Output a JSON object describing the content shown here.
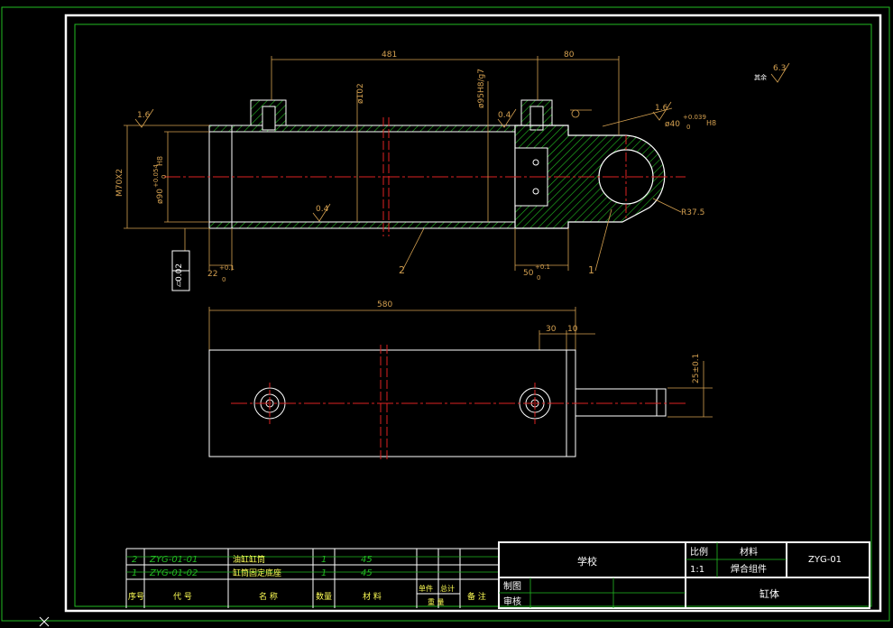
{
  "drawing": {
    "top_view_dims": {
      "len_481": "481",
      "len_80": "80",
      "dia_102": "ø102",
      "dia_95": "ø95H8/g7",
      "thread": "M70X2",
      "dia_90": "ø90",
      "dia_90_tol_up": "+0.054",
      "dia_90_tol_lo": "0",
      "dia_90_fit": "H8",
      "len_22": "22",
      "len_22_tol_up": "+0.1",
      "len_22_tol_lo": "0",
      "len_50": "50",
      "len_50_tol_up": "+0.1",
      "len_50_tol_lo": "0",
      "dia_40": "ø40",
      "dia_40_tol_up": "+0.039",
      "dia_40_tol_lo": "0",
      "dia_40_fit": "H8",
      "radius": "R37.5",
      "tolerance_value": "0.02"
    },
    "roughness": {
      "left": "1.6",
      "mid_upper": "0.4",
      "mid_lower": "0.4",
      "right": "1.6",
      "rest_label": "其余",
      "rest_value": "6.3"
    },
    "balloons": {
      "part_1": "1",
      "part_2": "2"
    },
    "bottom_view_dims": {
      "len_580": "580",
      "len_30": "30",
      "len_10": "10",
      "len_25": "25±0.1"
    }
  },
  "parts_list": {
    "rows": [
      {
        "seq": "2",
        "code": "ZYG-01-01",
        "name": "油缸缸筒",
        "qty": "1",
        "material": "45"
      },
      {
        "seq": "1",
        "code": "ZYG-01-02",
        "name": "缸筒固定底座",
        "qty": "1",
        "material": "45"
      }
    ],
    "header": {
      "seq": "序号",
      "code": "代 号",
      "name": "名 称",
      "qty": "数量",
      "material": "材 料",
      "unit": "单件",
      "total": "总计",
      "weight": "重 量",
      "note": "备 注"
    }
  },
  "title_block": {
    "school": "学校",
    "scale_label": "比例",
    "scale_value": "1:1",
    "material_label": "材料",
    "material_value": "焊合组件",
    "drawing_no": "ZYG-01",
    "drawn_label": "制图",
    "checked_label": "审核",
    "part_name": "缸体"
  }
}
